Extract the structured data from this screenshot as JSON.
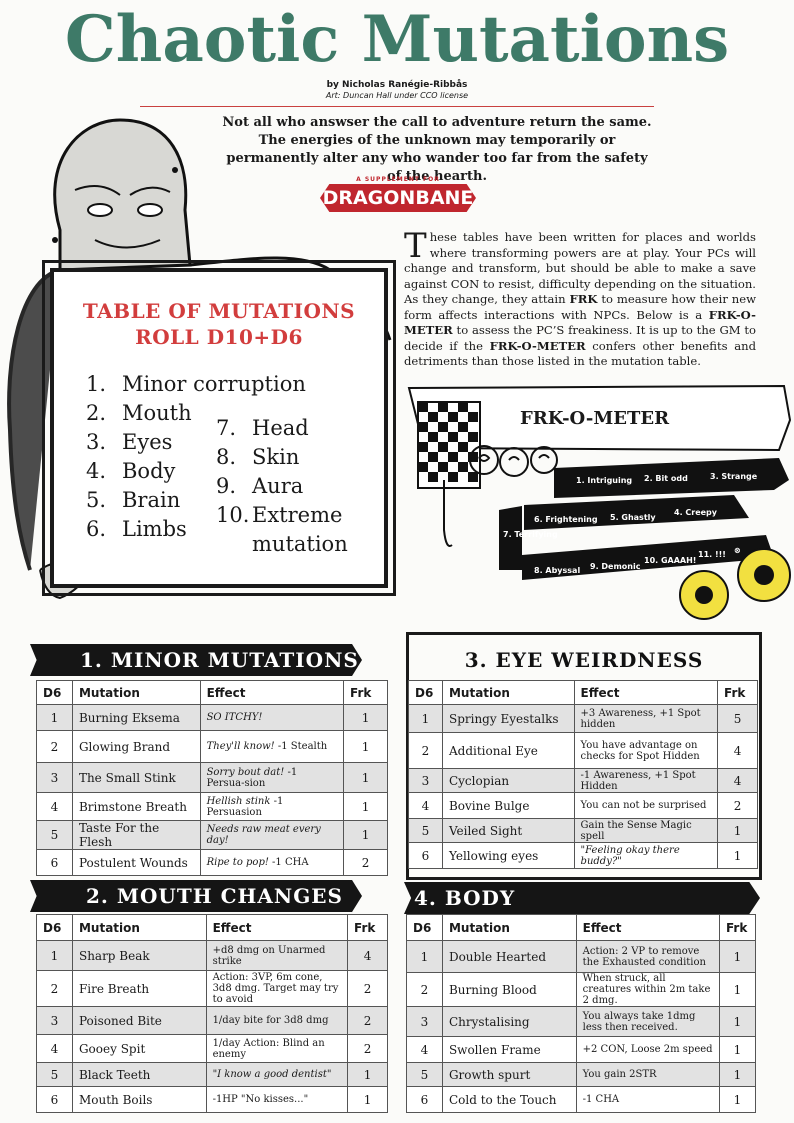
{
  "header": {
    "title": "Chaotic Mutations",
    "byline": "by Nicholas Ranégie-Ribbås",
    "art_credit": "Art: Duncan Hall under CCO license",
    "intro": "Not all who answser the call to adventure return the same. The energies of the unknown may temporarily or permanently alter any who wander too far from the safety of the hearth."
  },
  "logo": {
    "tagline": "A SUPPLEMENT FOR",
    "name": "DRAGONBANE",
    "color": "#c0262e"
  },
  "paragraph": {
    "dropcap": "T",
    "text": "hese tables have been written for places and worlds where transforming powers are at play. Your PCs will change and transform, but should be able to make a save against CON to resist, difficulty depending on the situation. As they change, they attain ",
    "frk": "FRK",
    "text2": " to measure how their new form affects interactions with NPCs. Below is a ",
    "frkometer": "FRK-O-METER",
    "text3": " to assess the PC’S freakiness. It is up to the GM to decide if the ",
    "frkometer2": "FRK-O-METER",
    "text4": " confers other benefits and detriments than those listed in the mutation table."
  },
  "sign": {
    "title_line1": "TABLE OF MUTATIONS",
    "title_line2": "ROLL D10+D6",
    "title_color": "#d23d3d",
    "left": [
      {
        "n": "1.",
        "label": "Minor corruption"
      },
      {
        "n": "2.",
        "label": "Mouth"
      },
      {
        "n": "3.",
        "label": "Eyes"
      },
      {
        "n": "4.",
        "label": "Body"
      },
      {
        "n": "5.",
        "label": "Brain"
      },
      {
        "n": "6.",
        "label": "Limbs"
      }
    ],
    "right": [
      {
        "n": "7.",
        "label": "Head"
      },
      {
        "n": "8.",
        "label": "Skin"
      },
      {
        "n": "9.",
        "label": "Aura"
      },
      {
        "n": "10.",
        "label": "Extreme"
      }
    ],
    "right_cont": "mutation"
  },
  "frk_meter": {
    "title": "FRK-O-METER",
    "steps": [
      "1. Intriguing",
      "2. Bit odd",
      "3. Strange",
      "4. Creepy",
      "5. Ghastly",
      "6. Frightening",
      "7. Terrifying",
      "8. Abyssal",
      "9. Demonic",
      "10. GAAAH!",
      "11. !!!",
      "⊗"
    ]
  },
  "headers": {
    "d6": "D6",
    "mutation": "Mutation",
    "effect": "Effect",
    "frk": "Frk"
  },
  "tables": [
    {
      "title": "1. MINOR MUTATIONS",
      "rows": [
        {
          "d6": "1",
          "mutation": "Burning Eksema",
          "effect_i": "SO ITCHY!",
          "effect": "",
          "frk": "1"
        },
        {
          "d6": "2",
          "mutation": "Glowing Brand",
          "effect_i": "They'll know!",
          "effect": " -1 Stealth",
          "frk": "1"
        },
        {
          "d6": "3",
          "mutation": "The Small Stink",
          "effect_i": "Sorry bout dat!",
          "effect": " -1 Persua-sion",
          "frk": "1"
        },
        {
          "d6": "4",
          "mutation": "Brimstone Breath",
          "effect_i": "Hellish stink",
          "effect": " -1 Persuasion",
          "frk": "1"
        },
        {
          "d6": "5",
          "mutation": "Taste For the Flesh",
          "effect_i": "Needs raw meat every day!",
          "effect": "",
          "frk": "1"
        },
        {
          "d6": "6",
          "mutation": "Postulent Wounds",
          "effect_i": "Ripe to pop!",
          "effect": " -1 CHA",
          "frk": "2"
        }
      ]
    },
    {
      "title": "2. MOUTH CHANGES",
      "rows": [
        {
          "d6": "1",
          "mutation": "Sharp Beak",
          "effect_i": "",
          "effect": "+d8 dmg on Unarmed strike",
          "frk": "4"
        },
        {
          "d6": "2",
          "mutation": "Fire Breath",
          "effect_i": "",
          "effect": "Action: 3VP, 6m cone, 3d8 dmg. Target may try to avoid",
          "frk": "2"
        },
        {
          "d6": "3",
          "mutation": "Poisoned Bite",
          "effect_i": "",
          "effect": "1/day bite for 3d8 dmg",
          "frk": "2"
        },
        {
          "d6": "4",
          "mutation": "Gooey Spit",
          "effect_i": "",
          "effect": "1/day Action: Blind an enemy",
          "frk": "2"
        },
        {
          "d6": "5",
          "mutation": "Black Teeth",
          "effect_i": "\"I know a good dentist\"",
          "effect": "",
          "frk": "1"
        },
        {
          "d6": "6",
          "mutation": "Mouth Boils",
          "effect_i": "",
          "effect": "-1HP \"No kisses...\"",
          "frk": "1"
        }
      ]
    },
    {
      "title": "3. EYE WEIRDNESS",
      "rows": [
        {
          "d6": "1",
          "mutation": "Springy Eyestalks",
          "effect_i": "",
          "effect": "+3 Awareness, +1 Spot hidden",
          "frk": "5"
        },
        {
          "d6": "2",
          "mutation": "Additional Eye",
          "effect_i": "",
          "effect": "You have advantage on checks for Spot Hidden",
          "frk": "4"
        },
        {
          "d6": "3",
          "mutation": "Cyclopian",
          "effect_i": "",
          "effect": "-1 Awareness, +1 Spot Hidden",
          "frk": "4"
        },
        {
          "d6": "4",
          "mutation": "Bovine Bulge",
          "effect_i": "",
          "effect": "You can not be surprised",
          "frk": "2"
        },
        {
          "d6": "5",
          "mutation": "Veiled Sight",
          "effect_i": "",
          "effect": "Gain the Sense Magic spell",
          "frk": "1"
        },
        {
          "d6": "6",
          "mutation": "Yellowing eyes",
          "effect_i": "\"Feeling okay there buddy?\"",
          "effect": "",
          "frk": "1"
        }
      ]
    },
    {
      "title": "4. BODY TRANSFORMATION",
      "rows": [
        {
          "d6": "1",
          "mutation": "Double Hearted",
          "effect_i": "",
          "effect": "Action: 2 VP to remove the Exhausted condition",
          "frk": "1"
        },
        {
          "d6": "2",
          "mutation": "Burning Blood",
          "effect_i": "",
          "effect": "When struck, all creatures within 2m take 2 dmg.",
          "frk": "1"
        },
        {
          "d6": "3",
          "mutation": "Chrystalising",
          "effect_i": "",
          "effect": "You always take 1dmg less then received.",
          "frk": "1"
        },
        {
          "d6": "4",
          "mutation": "Swollen Frame",
          "effect_i": "",
          "effect": "+2 CON, Loose 2m speed",
          "frk": "1"
        },
        {
          "d6": "5",
          "mutation": "Growth spurt",
          "effect_i": "",
          "effect": "You gain 2STR",
          "frk": "1"
        },
        {
          "d6": "6",
          "mutation": "Cold to the Touch",
          "effect_i": "",
          "effect": "-1 CHA",
          "frk": "1"
        }
      ]
    }
  ],
  "colors": {
    "title": "#3e7a68",
    "accent": "#c94040",
    "banner": "#151515",
    "row_shade": "#e2e2e2"
  }
}
